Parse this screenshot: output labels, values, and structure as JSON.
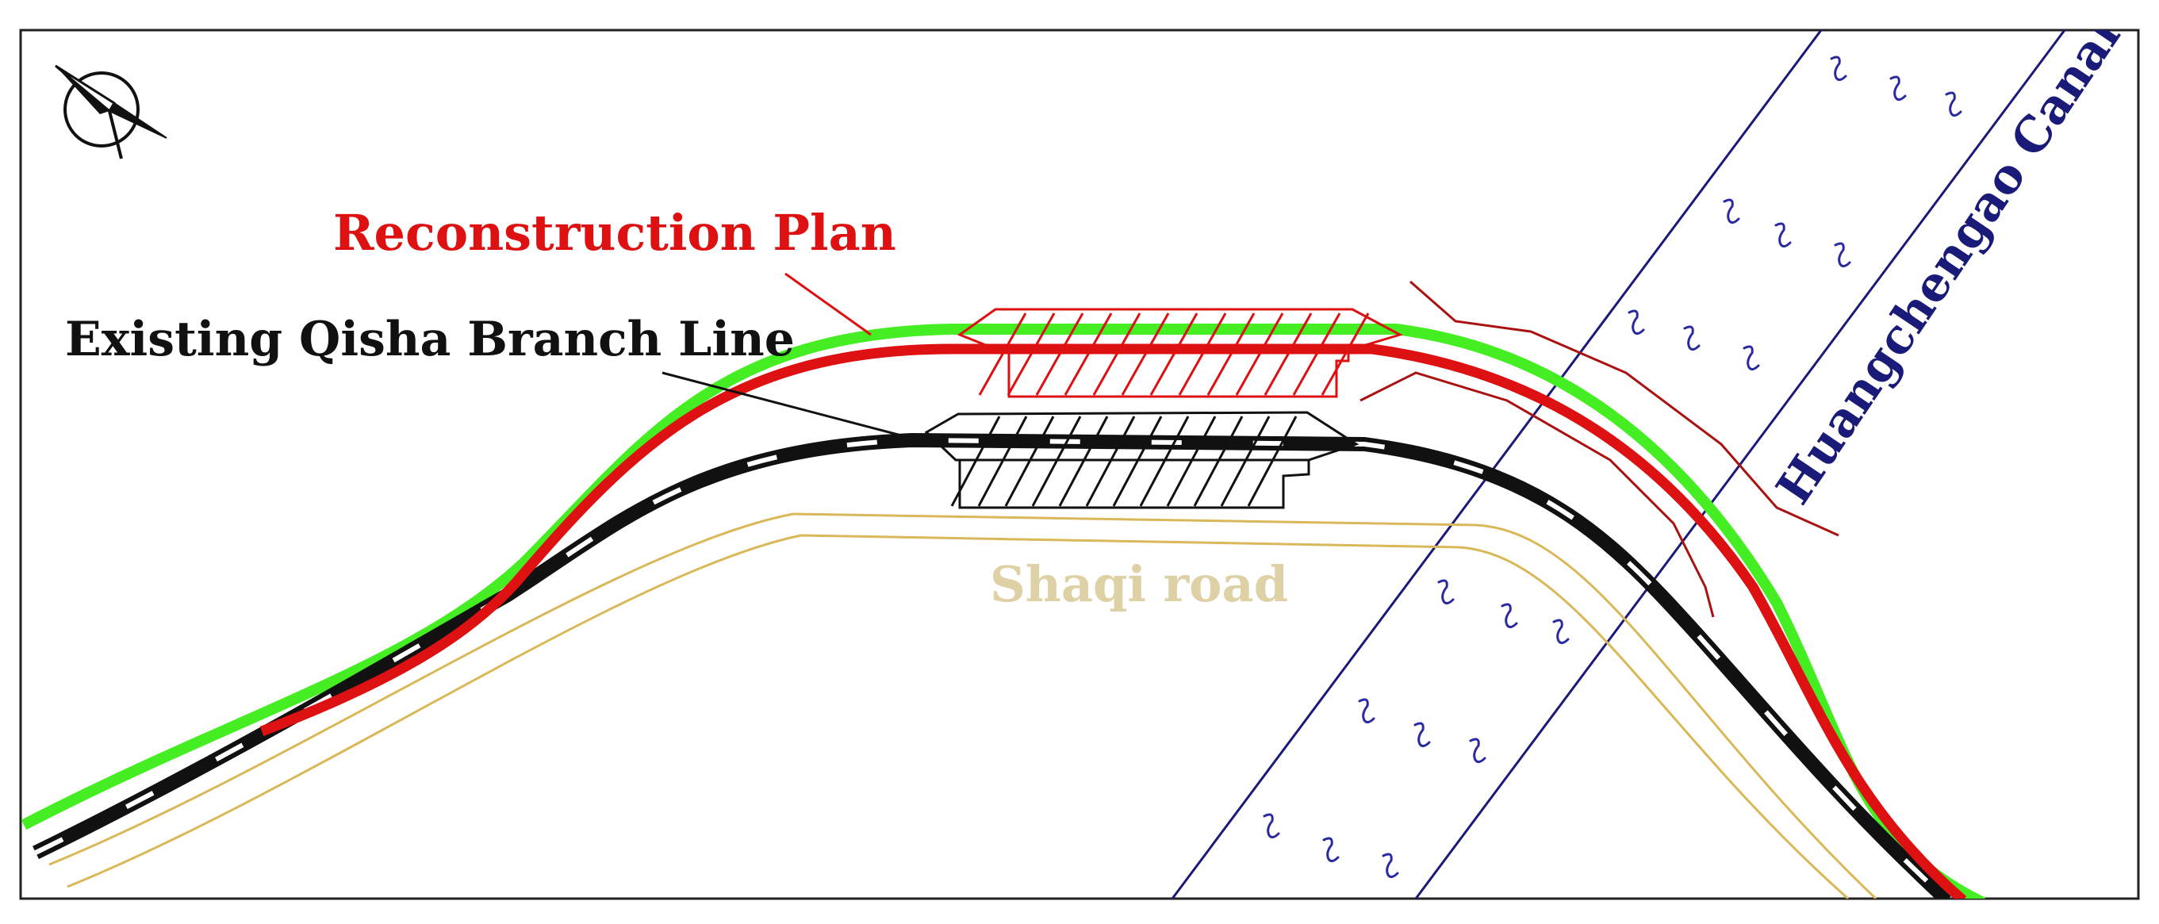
{
  "labels": {
    "reconstruction_plan": "Reconstruction Plan",
    "existing_line": "Existing Qisha Branch Line",
    "road": "Shaqi road",
    "canal": "Huangchengao Canal"
  },
  "colors": {
    "reconstruction": "#dd1111",
    "existing": "#111111",
    "green_line": "#44ee22",
    "road": "#e0c080",
    "road_label": "#ded1a6",
    "canal": "#1a1a78",
    "canal_label": "#1a1a78",
    "water_symbol": "#2a2aa0",
    "retaining_wall": "#aa1111",
    "border": "#222222"
  },
  "icons": {
    "compass": "north-arrow-icon",
    "water": "water-wave-icon"
  }
}
